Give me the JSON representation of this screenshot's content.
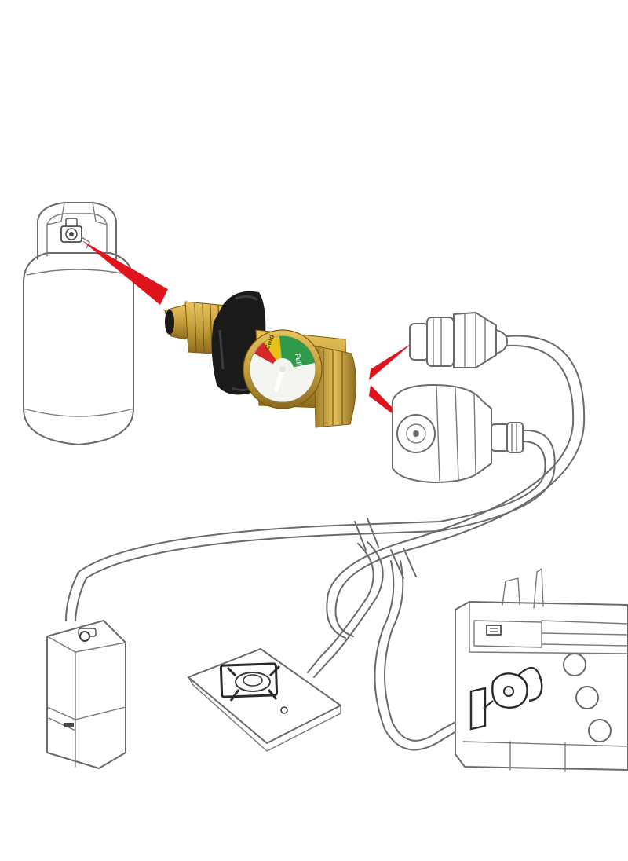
{
  "colors": {
    "pointer_red": "#e0141b",
    "brass": "#c9a23c",
    "brass_dark": "#8c6a1c",
    "knob_black": "#1a1a1a",
    "gauge_green": "#2e9a4a",
    "gauge_yellow": "#e8c21a",
    "gauge_red": "#d8262a",
    "outline_gray": "#6a6a6a"
  },
  "gauge": {
    "label_red": "",
    "label_yellow": "Cold",
    "label_green": "Full"
  },
  "components": {
    "tank": "propane-tank",
    "adapter": "gauge-adapter",
    "connectors": [
      "acme-fitting",
      "qcc1-nut"
    ],
    "appliances": [
      "water-heater",
      "gas-burner",
      "bbq-grill"
    ]
  }
}
